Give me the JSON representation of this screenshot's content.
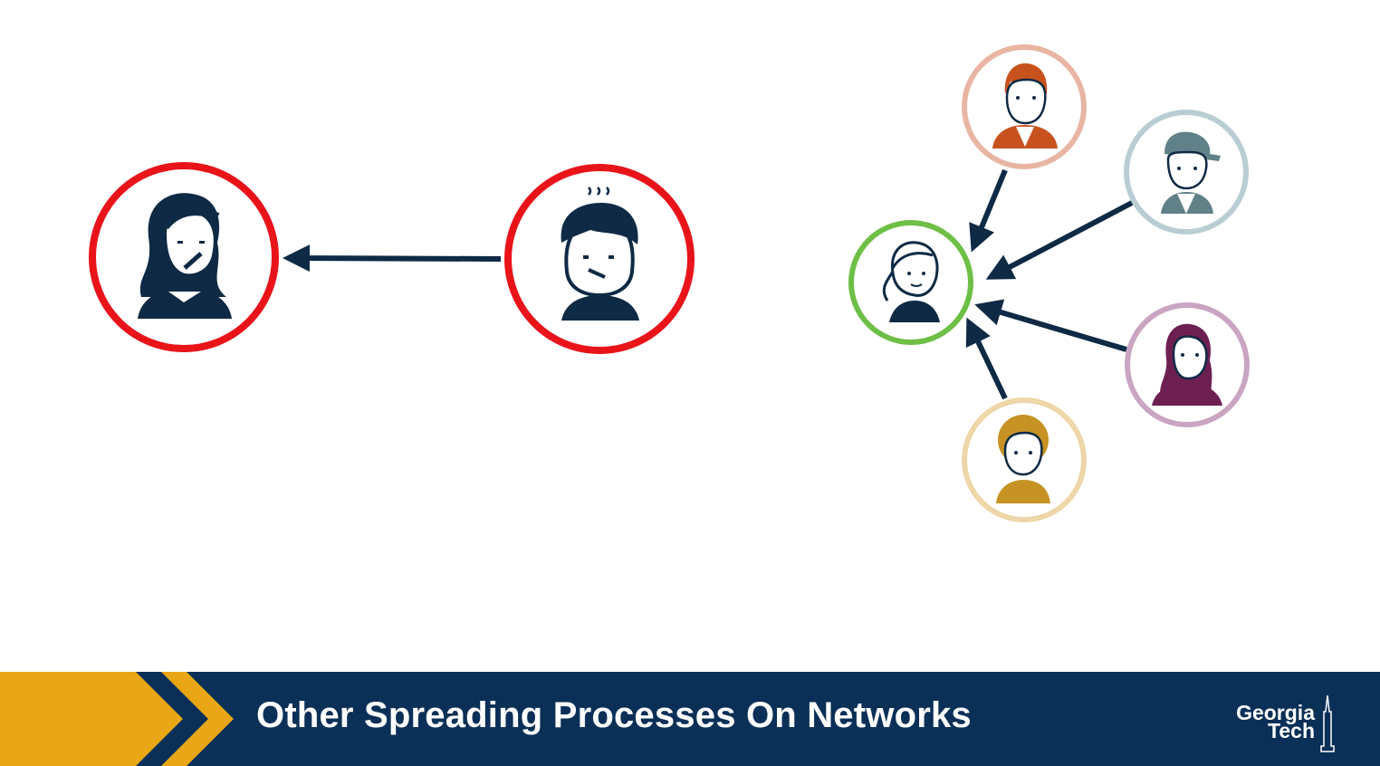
{
  "footer": {
    "title": "Other Spreading Processes On Networks",
    "logo_line1": "Georgia",
    "logo_line2": "Tech"
  },
  "colors": {
    "infected": "#e8141a",
    "adopter": "#6dbf45",
    "arrow": "#0e2a45",
    "navy": "#0b3057",
    "gold": "#e9a715",
    "peer_orange": "#e9b5a3",
    "peer_blue": "#b9cdd4",
    "peer_purple": "#c9a5c2",
    "peer_yellow": "#eed6a8"
  },
  "icons": [
    "sick-woman-icon",
    "sick-boy-icon",
    "woman-icon",
    "redhead-boy-icon",
    "cap-boy-icon",
    "purple-woman-icon",
    "curly-boy-icon",
    "georgia-tech-tower-icon"
  ]
}
